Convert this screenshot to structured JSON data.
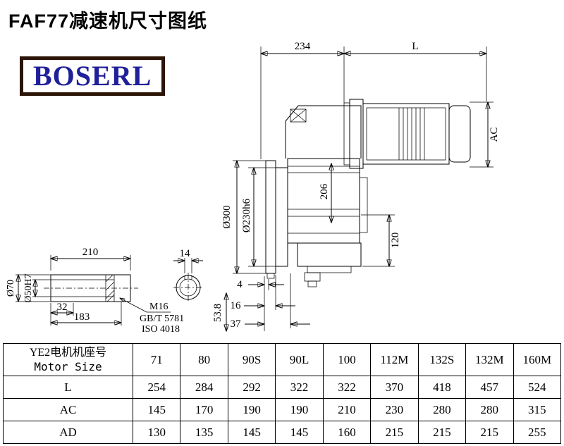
{
  "title": "FAF77减速机尺寸图纸",
  "logo": "BOSERL",
  "drawing": {
    "dims": {
      "d234": "234",
      "dL": "L",
      "dAC": "AC",
      "d206": "206",
      "d300": "Ø300",
      "d230": "Ø230h6",
      "d120": "120",
      "d210": "210",
      "d14": "14",
      "d70": "Ø70",
      "d50": "Ø50H7",
      "d32": "32",
      "d183": "183",
      "d4": "4",
      "d16": "16",
      "d37": "37",
      "d538": "53.8",
      "m16": "M16",
      "gb": "GB/T 5781",
      "iso": "ISO 4018"
    }
  },
  "table": {
    "header": {
      "line1": "YE2电机机座号",
      "line2": "Motor Size"
    },
    "sizes": [
      "71",
      "80",
      "90S",
      "90L",
      "100",
      "112M",
      "132S",
      "132M",
      "160M"
    ],
    "rows": [
      {
        "label": "L",
        "values": [
          "254",
          "284",
          "292",
          "322",
          "322",
          "370",
          "418",
          "457",
          "524"
        ]
      },
      {
        "label": "AC",
        "values": [
          "145",
          "170",
          "190",
          "190",
          "210",
          "230",
          "280",
          "280",
          "315"
        ]
      },
      {
        "label": "AD",
        "values": [
          "130",
          "135",
          "145",
          "145",
          "160",
          "215",
          "215",
          "215",
          "255"
        ]
      }
    ]
  }
}
